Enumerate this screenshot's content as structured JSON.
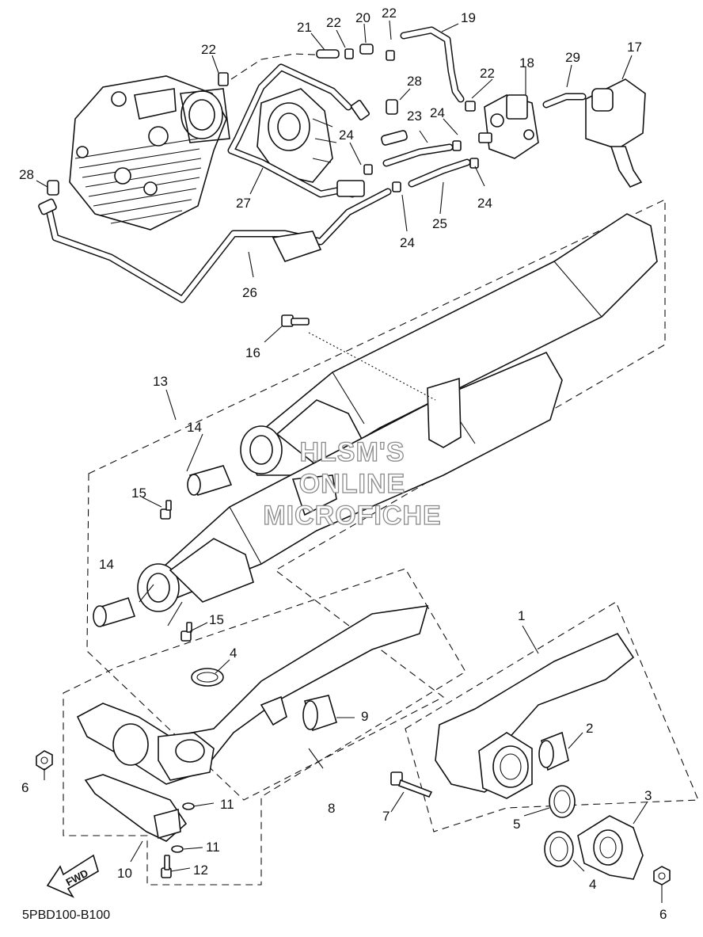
{
  "diagram_code": "5PBD100-B100",
  "watermark": [
    "HLSM'S",
    "ONLINE",
    "MICROFICHE"
  ],
  "fwd_label": "FWD",
  "callouts": {
    "c1": "1",
    "c2": "2",
    "c3": "3",
    "c4a": "4",
    "c4b": "4",
    "c5": "5",
    "c6a": "6",
    "c6b": "6",
    "c7": "7",
    "c8": "8",
    "c9": "9",
    "c10": "10",
    "c11a": "11",
    "c11b": "11",
    "c12": "12",
    "c13": "13",
    "c14a": "14",
    "c14b": "14",
    "c15a": "15",
    "c15b": "15",
    "c16": "16",
    "c17": "17",
    "c18": "18",
    "c19": "19",
    "c20": "20",
    "c21": "21",
    "c22a": "22",
    "c22b": "22",
    "c22c": "22",
    "c22d": "22",
    "c23": "23",
    "c24a": "24",
    "c24b": "24",
    "c24c": "24",
    "c24d": "24",
    "c25": "25",
    "c26": "26",
    "c27": "27",
    "c28a": "28",
    "c28b": "28",
    "c29": "29"
  }
}
